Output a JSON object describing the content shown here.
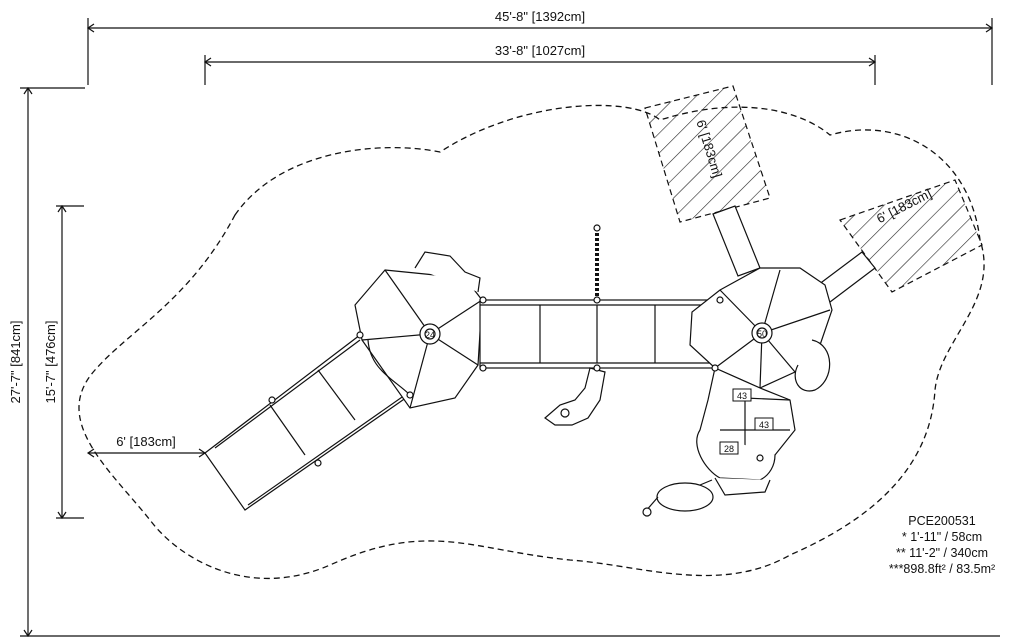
{
  "dimensions": {
    "overall_width": "45'-8\" [1392cm]",
    "structure_width": "33'-8\" [1027cm]",
    "overall_depth": "27'-7\" [841cm]",
    "structure_depth": "15'-7\" [476cm]",
    "slide_exit_zone": "6' [183cm]",
    "upper_zone": "6' [183cm]",
    "right_zone": "6' [183cm]"
  },
  "deck_labels": {
    "left_deck": "24",
    "right_deck": "50",
    "step_a": "43",
    "step_b": "43",
    "step_c": "28"
  },
  "notes": {
    "model": "PCE200531",
    "line1": "* 1'-11\" / 58cm",
    "line2": "** 11'-2\" / 340cm",
    "line3": "***898.8ft² / 83.5m²"
  }
}
